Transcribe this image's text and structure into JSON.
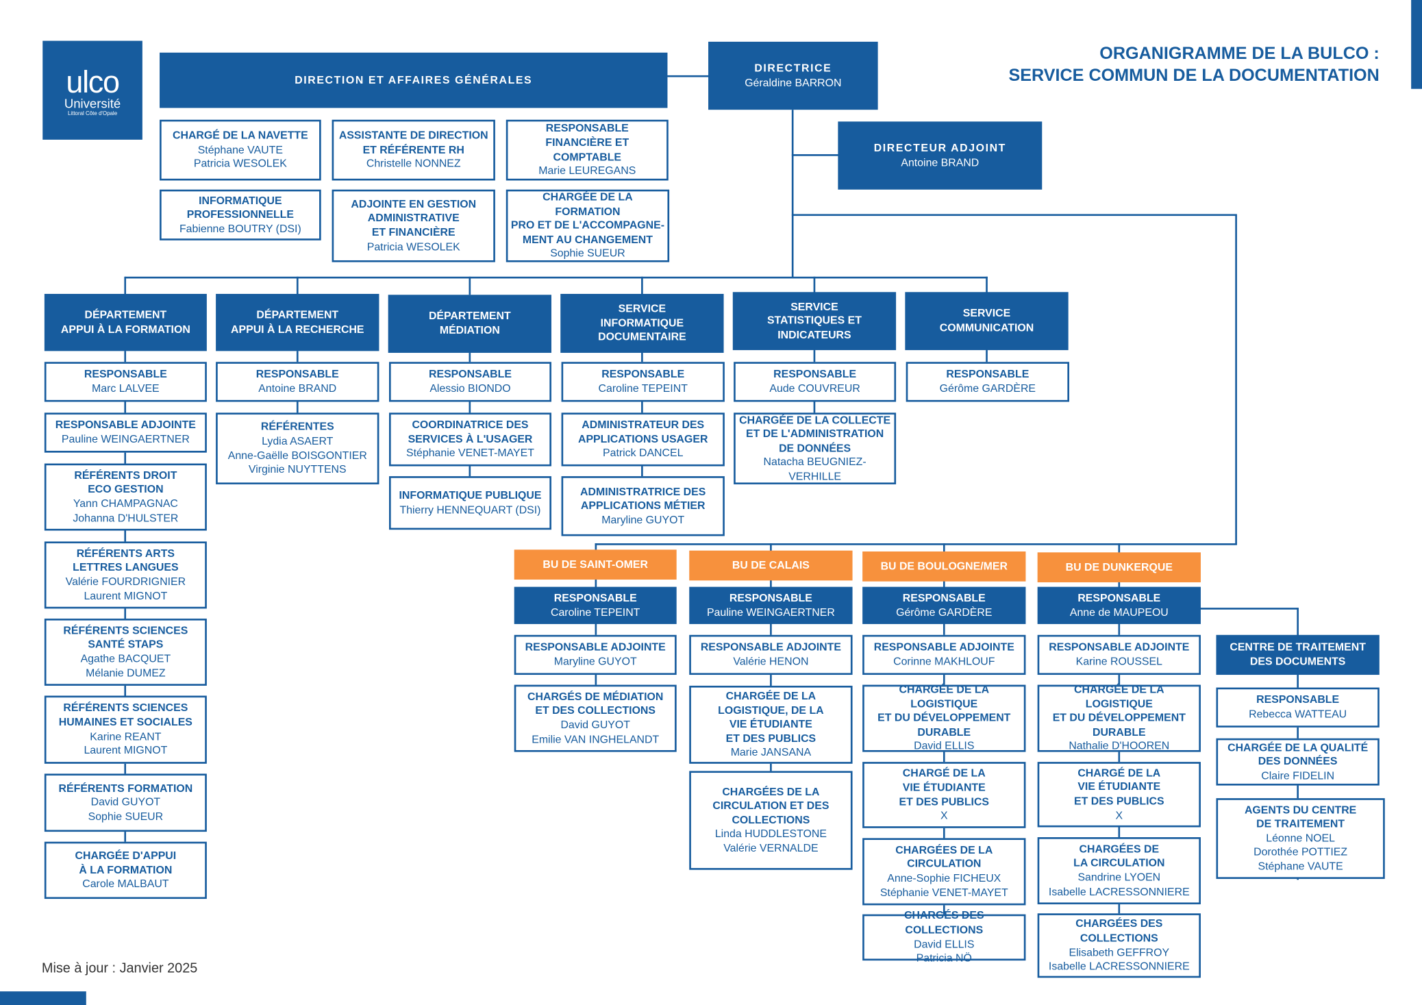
{
  "logo": {
    "name": "ulco",
    "line2": "Université",
    "line3": "Littoral Côte d'Opale"
  },
  "title": {
    "line1": "ORGANIGRAMME DE LA BULCO :",
    "line2": "SERVICE COMMUN DE LA DOCUMENTATION"
  },
  "update_text": "Mise à jour : Janvier 2025",
  "colors": {
    "primary": "#175c9e",
    "accent": "#f7913d",
    "background": "#ffffff"
  },
  "direction": {
    "general": "DIRECTION ET AFFAIRES GÉNÉRALES",
    "directrice": {
      "title": "DIRECTRICE",
      "name": "Géraldine BARRON"
    },
    "adjoint": {
      "title": "DIRECTEUR ADJOINT",
      "name": "Antoine BRAND"
    }
  },
  "admin": [
    {
      "title": "CHARGÉ DE LA NAVETTE",
      "names": "Stéphane VAUTE\nPatricia WESOLEK"
    },
    {
      "title": "ASSISTANTE DE DIRECTION\nET RÉFÉRENTE RH",
      "names": "Christelle NONNEZ"
    },
    {
      "title": "RESPONSABLE\nFINANCIÈRE ET COMPTABLE",
      "names": "Marie LEUREGANS"
    },
    {
      "title": "INFORMATIQUE\nPROFESSIONNELLE",
      "names": "Fabienne BOUTRY (DSI)"
    },
    {
      "title": "ADJOINTE EN GESTION\nADMINISTRATIVE\nET FINANCIÈRE",
      "names": "Patricia WESOLEK"
    },
    {
      "title": "CHARGÉE DE LA FORMATION\nPRO ET DE L'ACCOMPAGNE-\nMENT AU CHANGEMENT",
      "names": "Sophie SUEUR"
    }
  ],
  "departments": [
    {
      "header": "DÉPARTEMENT\nAPPUI À LA FORMATION",
      "boxes": [
        {
          "title": "RESPONSABLE",
          "names": "Marc LALVEE"
        },
        {
          "title": "RESPONSABLE ADJOINTE",
          "names": "Pauline WEINGAERTNER"
        },
        {
          "title": "RÉFÉRENTS DROIT\nECO GESTION",
          "names": "Yann CHAMPAGNAC\nJohanna D'HULSTER"
        },
        {
          "title": "RÉFÉRENTS ARTS\nLETTRES LANGUES",
          "names": "Valérie FOURDRIGNIER\nLaurent MIGNOT"
        },
        {
          "title": "RÉFÉRENTS SCIENCES\nSANTÉ STAPS",
          "names": "Agathe BACQUET\nMélanie DUMEZ"
        },
        {
          "title": "RÉFÉRENTS SCIENCES\nHUMAINES ET SOCIALES",
          "names": "Karine REANT\nLaurent MIGNOT"
        },
        {
          "title": "RÉFÉRENTS FORMATION",
          "names": "David GUYOT\nSophie SUEUR"
        },
        {
          "title": "CHARGÉE D'APPUI\nÀ LA FORMATION",
          "names": "Carole MALBAUT"
        }
      ]
    },
    {
      "header": "DÉPARTEMENT\nAPPUI À LA RECHERCHE",
      "boxes": [
        {
          "title": "RESPONSABLE",
          "names": "Antoine BRAND"
        },
        {
          "title": "RÉFÉRENTES",
          "names": "Lydia ASAERT\nAnne-Gaëlle BOISGONTIER\nVirginie NUYTTENS"
        }
      ]
    },
    {
      "header": "DÉPARTEMENT\nMÉDIATION",
      "boxes": [
        {
          "title": "RESPONSABLE",
          "names": "Alessio    BIONDO"
        },
        {
          "title": "COORDINATRICE DES\nSERVICES À L'USAGER",
          "names": "Stéphanie VENET-MAYET"
        },
        {
          "title": "INFORMATIQUE PUBLIQUE",
          "names": "Thierry HENNEQUART (DSI)"
        }
      ]
    },
    {
      "header": "SERVICE\nINFORMATIQUE\nDOCUMENTAIRE",
      "boxes": [
        {
          "title": "RESPONSABLE",
          "names": "Caroline TEPEINT"
        },
        {
          "title": "ADMINISTRATEUR DES\nAPPLICATIONS USAGER",
          "names": "Patrick DANCEL"
        },
        {
          "title": "ADMINISTRATRICE DES\nAPPLICATIONS MÉTIER",
          "names": "Maryline GUYOT"
        }
      ]
    },
    {
      "header": "SERVICE\nSTATISTIQUES ET\nINDICATEURS",
      "boxes": [
        {
          "title": "RESPONSABLE",
          "names": "Aude COUVREUR"
        },
        {
          "title": "CHARGÉE DE LA COLLECTE\nET DE L'ADMINISTRATION\nDE DONNÉES",
          "names": "Natacha BEUGNIEZ-VERHILLE"
        }
      ]
    },
    {
      "header": "SERVICE\nCOMMUNICATION",
      "boxes": [
        {
          "title": "RESPONSABLE",
          "names": "Gérôme GARDÈRE"
        }
      ]
    }
  ],
  "bus": [
    {
      "name": "BU DE SAINT-OMER",
      "responsable": {
        "title": "RESPONSABLE",
        "names": "Caroline TEPEINT"
      },
      "boxes": [
        {
          "title": "RESPONSABLE ADJOINTE",
          "names": "Maryline GUYOT"
        },
        {
          "title": "CHARGÉS DE MÉDIATION\nET DES COLLECTIONS",
          "names": "David GUYOT\nEmilie VAN INGHELANDT"
        }
      ]
    },
    {
      "name": "BU DE CALAIS",
      "responsable": {
        "title": "RESPONSABLE",
        "names": "Pauline WEINGAERTNER"
      },
      "boxes": [
        {
          "title": "RESPONSABLE ADJOINTE",
          "names": "Valérie HENON"
        },
        {
          "title": "CHARGÉE DE LA\nLOGISTIQUE, DE LA\nVIE ÉTUDIANTE\nET DES PUBLICS",
          "names": "Marie JANSANA"
        },
        {
          "title": "CHARGÉES DE LA\nCIRCULATION ET DES\nCOLLECTIONS",
          "names": "Linda HUDDLESTONE\nValérie VERNALDE"
        }
      ]
    },
    {
      "name": "BU DE BOULOGNE/MER",
      "responsable": {
        "title": "RESPONSABLE",
        "names": "Gérôme GARDÈRE"
      },
      "boxes": [
        {
          "title": "RESPONSABLE ADJOINTE",
          "names": "Corinne MAKHLOUF"
        },
        {
          "title": "CHARGÉE DE LA LOGISTIQUE\nET DU DÉVELOPPEMENT\nDURABLE",
          "names": "David ELLIS"
        },
        {
          "title": "CHARGÉ DE LA\nVIE ÉTUDIANTE\nET DES PUBLICS",
          "names": "X"
        },
        {
          "title": "CHARGÉES DE LA\nCIRCULATION",
          "names": "Anne-Sophie FICHEUX\nStéphanie VENET-MAYET"
        },
        {
          "title": "CHARGÉS DES COLLECTIONS",
          "names": "David ELLIS\nPatricia NÖ"
        }
      ]
    },
    {
      "name": "BU DE DUNKERQUE",
      "responsable": {
        "title": "RESPONSABLE",
        "names": "Anne de MAUPEOU"
      },
      "boxes": [
        {
          "title": "RESPONSABLE ADJOINTE",
          "names": "Karine ROUSSEL"
        },
        {
          "title": "CHARGÉE DE LA LOGISTIQUE\nET DU DÉVELOPPEMENT\nDURABLE",
          "names": "Nathalie D'HOOREN"
        },
        {
          "title": "CHARGÉ DE LA\nVIE ÉTUDIANTE\nET DES PUBLICS",
          "names": "X"
        },
        {
          "title": "CHARGÉES DE\nLA CIRCULATION",
          "names": "Sandrine LYOEN\nIsabelle LACRESSONNIERE"
        },
        {
          "title": "CHARGÉES DES\nCOLLECTIONS",
          "names": "Elisabeth GEFFROY\nIsabelle LACRESSONNIERE"
        }
      ]
    }
  ],
  "traitement": {
    "header": "CENTRE DE TRAITEMENT\nDES DOCUMENTS",
    "boxes": [
      {
        "title": "RESPONSABLE",
        "names": "Rebecca WATTEAU"
      },
      {
        "title": "CHARGÉE DE LA QUALITÉ\nDES DONNÉES",
        "names": "Claire FIDELIN"
      },
      {
        "title": "AGENTS DU CENTRE\nDE TRAITEMENT",
        "names": "Léonne NOEL\nDorothée POTTIEZ\nStéphane VAUTE"
      }
    ]
  }
}
